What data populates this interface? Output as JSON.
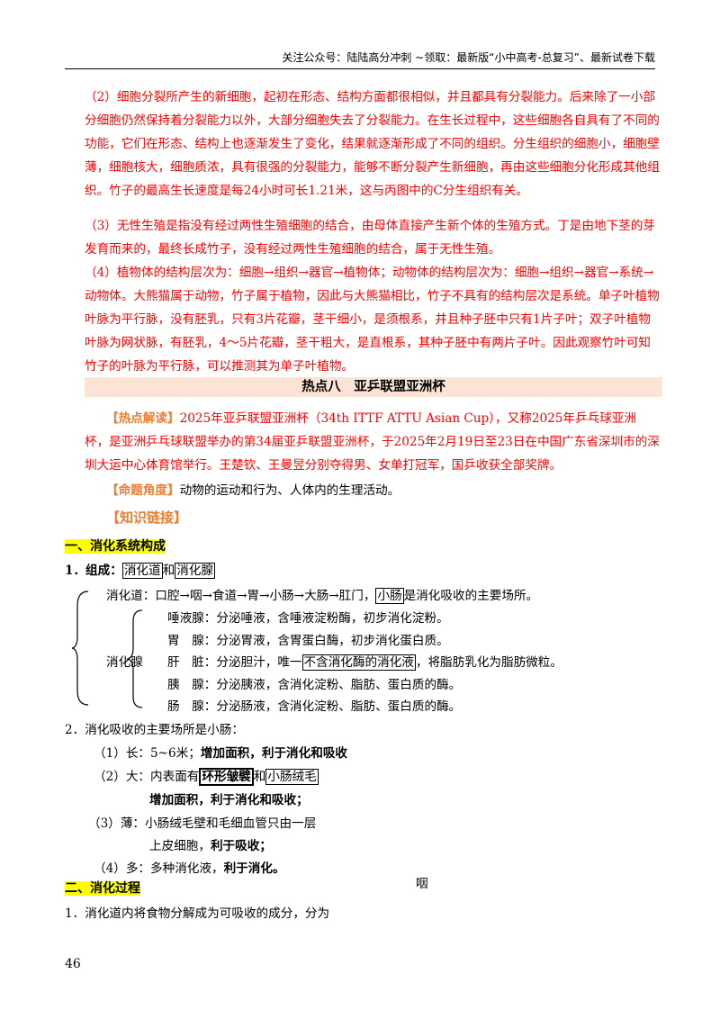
{
  "header": {
    "text": "关注公众号：陆陆高分冲刺 ~领取：最新版“小中高考-总复习”、最新试卷下载"
  },
  "red_paragraphs": [
    "（2）细胞分裂所产生的新细胞，起初在形态、结构方面都很相似，并且都具有分裂能力。后来除了一小部分细胞仍然保持着分裂能力以外，大部分细胞失去了分裂能力。在生长过程中，这些细胞各自具有了不同的功能，它们在形态、结构上也逐渐发生了变化，结果就逐渐形成了不同的组织。分生组织的细胞小，细胞壁薄，细胞核大，细胞质浓，具有很强的分裂能力，能够不断分裂产生新细胞，再由这些细胞分化形成其他组织。竹子的最高生长速度是每24小时可长1.21米，这与丙图中的C分生组织有关。",
    "（3）无性生殖是指没有经过两性生殖细胞的结合，由母体直接产生新个体的生殖方式。丁是由地下茎的芽发育而来的，最终长成竹子，没有经过两性生殖细胞的结合，属于无性生殖。",
    "（4）植物体的结构层次为：细胞→组织→器官→植物体；动物体的结构层次为：细胞→组织→器官→系统→动物体。大熊猫属于动物，竹子属于植物，因此与大熊猫相比，竹子不具有的结构层次是系统。单子叶植物叶脉为平行脉，没有胚乳，只有3片花瓣，茎干细小，是须根系，并且种子胚中只有1片子叶；双子叶植物叶脉为网状脉，有胚乳，4～5片花瓣，茎干粗大，是直根系，其种子胚中有两片子叶。因此观察竹叶可知竹子的叶脉为平行脉，可以推测其为单子叶植物。"
  ],
  "section_title": "热点八　亚乒联盟亚洲杯",
  "hot": {
    "label": "【热点解读】",
    "text": "2025年亚乒联盟亚洲杯（34th ITTF ATTU Asian Cup），又称2025年乒乓球亚洲杯，是亚洲乒乓球联盟举办的第34届亚乒联盟亚洲杯，于2025年2月19日至23日在中国广东省深圳市的深圳大运中心体育馆举行。王楚钦、王曼昱分别夺得男、女单打冠军，国乒收获全部奖牌。"
  },
  "angle": {
    "label": "【命题角度】",
    "text": "动物的运动和行为、人体内的生理活动。"
  },
  "link": {
    "label": "【知识链接】"
  },
  "part1": {
    "heading": "一、消化系统构成",
    "item1_prefix": "1．组成：",
    "item1_box1": "消化道",
    "item1_and": "和",
    "item1_box2": "消化腺",
    "tract_label": "消化道：",
    "tract_text": "口腔→咽→食道→胃→小肠→大肠→肛门，",
    "tract_box": "小肠",
    "tract_tail": "是消化吸收的主要场所。",
    "gland_label": "消化腺",
    "glands": [
      {
        "name": "唾液腺：",
        "pre": "分泌唾液，含唾液淀粉酶，初步消化淀粉。",
        "box": "",
        "post": ""
      },
      {
        "name": "胃　腺：",
        "pre": "分泌胃液，含胃蛋白酶，初步消化蛋白质。",
        "box": "",
        "post": ""
      },
      {
        "name": "肝　脏：",
        "pre": "分泌胆汁，唯一",
        "box": "不含消化酶的消化液",
        "post": "，将脂肪乳化为脂肪微粒。"
      },
      {
        "name": "胰　腺：",
        "pre": "分泌胰液，含消化淀粉、脂肪、蛋白质的酶。",
        "box": "",
        "post": ""
      },
      {
        "name": "肠　腺：",
        "pre": "分泌肠液，含消化淀粉、脂肪、蛋白质的酶。",
        "box": "",
        "post": ""
      }
    ],
    "item2": "2．消化吸收的主要场所是小肠：",
    "sub1_pre": "（1）长：5~6米；",
    "sub1_bold": "增加面积，利于消化和吸收",
    "sub2_pre": "（2）大：内表面有",
    "sub2_box1": "环形皱襞",
    "sub2_and": "和",
    "sub2_box2": "小肠绒毛",
    "sub2_bold": "增加面积，利于消化和吸收；",
    "sub3_pre": "（3）薄：小肠绒毛壁和毛细血管只由一层",
    "sub3_cont": "上皮细胞，",
    "sub3_bold": "利于吸收；",
    "sub4_pre": "（4）多：多种消化液，",
    "sub4_bold": "利于消化。"
  },
  "stray_char": "咽",
  "part2": {
    "heading": "二、消化过程",
    "item1": "1．消化道内将食物分解成为可吸收的成分，分为"
  },
  "page_number": "46"
}
